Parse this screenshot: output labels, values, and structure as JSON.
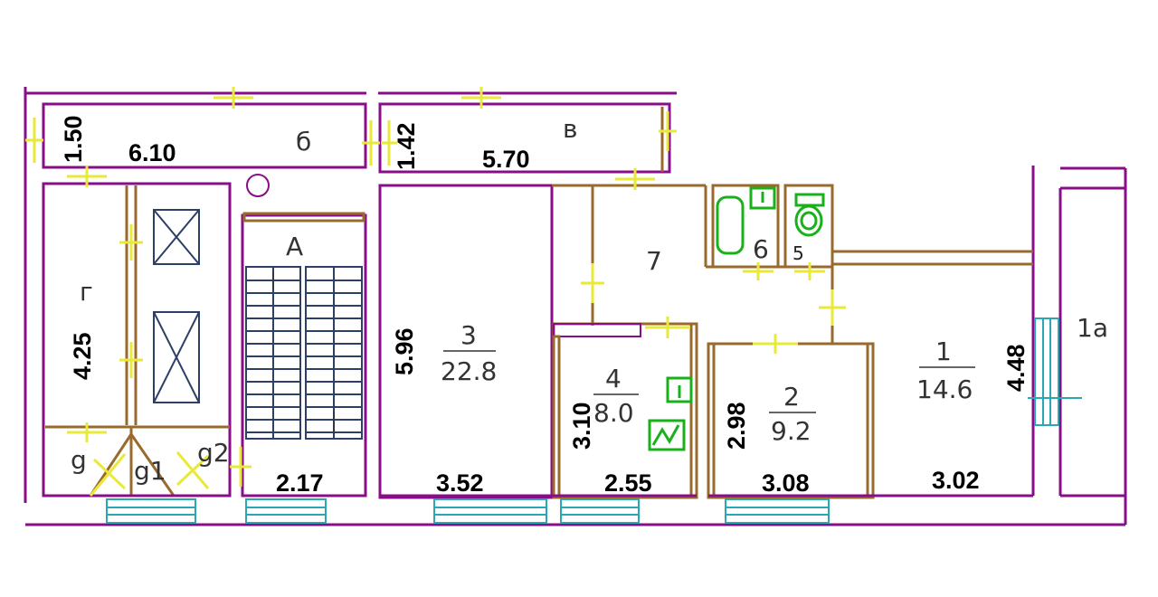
{
  "plan": {
    "dimensions": {
      "d_150": "1.50",
      "d_610": "6.10",
      "d_142": "1.42",
      "d_570": "5.70",
      "d_425": "4.25",
      "d_596": "5.96",
      "d_310": "3.10",
      "d_298": "2.98",
      "d_448": "4.48",
      "d_217": "2.17",
      "d_352": "3.52",
      "d_255": "2.55",
      "d_308": "3.08",
      "d_302": "3.02"
    },
    "rooms": {
      "b": "б",
      "v": "в",
      "g": "г",
      "a": "А",
      "seven": "7",
      "six": "6",
      "five": "5",
      "three_num": "3",
      "three_area": "22.8",
      "four_num": "4",
      "four_area": "8.0",
      "two_num": "2",
      "two_area": "9.2",
      "one_num": "1",
      "one_area": "14.6",
      "one_a": "1а",
      "g_small": "g",
      "g1": "g1",
      "g2": "g2"
    }
  },
  "colors": {
    "outer_wall": "#880d88",
    "partition": "#9a6a2c",
    "door": "#e9e93a",
    "window": "#2aa6b4",
    "stair": "#2c3f66",
    "fixture": "#19b119"
  }
}
